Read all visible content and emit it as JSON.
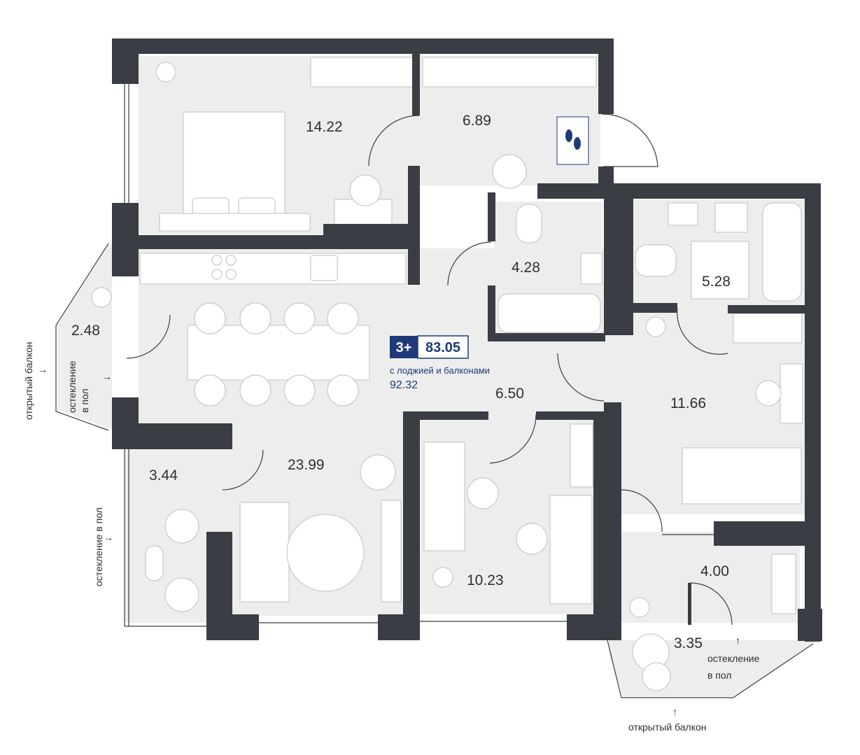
{
  "rooms": {
    "bedroom_main": "14.22",
    "hall_top": "6.89",
    "bathroom_1": "4.28",
    "bathroom_2": "5.28",
    "balcony_left": "2.48",
    "corridor": "6.50",
    "bedroom_right": "11.66",
    "loggia_left": "3.44",
    "living_kitchen": "23.99",
    "study": "10.23",
    "loggia_right": "4.00",
    "balcony_bottom": "3.35"
  },
  "summary": {
    "rooms_badge": "3+",
    "area_total": "83.05",
    "area_note": "с лоджией и балконами",
    "area_with_balconies": "92.32"
  },
  "annotations": {
    "open_balcony_left": "открытый балкон",
    "glazing_left_line1": "остекление",
    "glazing_left_line2": "в пол",
    "glazing_loggia": "остеклениe в пол",
    "glazing_bottom_line1": "остекление",
    "glazing_bottom_line2": "в пол",
    "open_balcony_bottom": "открытый балкон"
  },
  "colors": {
    "wall": "#3a3d43",
    "floor": "#ededed",
    "accent": "#1e3a78"
  }
}
